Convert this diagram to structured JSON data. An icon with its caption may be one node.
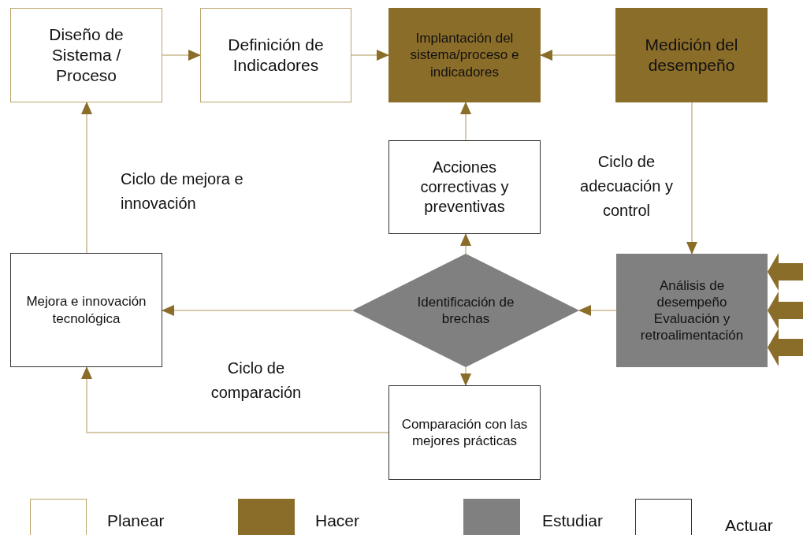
{
  "diagram": {
    "nodes": [
      {
        "text": [
          "Diseño de Sistema / Proceso"
        ]
      },
      {
        "text": [
          "Definición de Indicadores"
        ]
      },
      {
        "text": [
          "Implantación del sistema/proceso e indicadores"
        ]
      },
      {
        "text": [
          "Medición del desempeño"
        ]
      },
      {
        "text": [
          "Acciones correctivas y preventivas"
        ]
      },
      {
        "text": [
          "Mejora e innovación tecnológica"
        ]
      },
      {
        "text": [
          "Identificación de brechas"
        ]
      },
      {
        "text": [
          "Análisis de desempeño Evaluación y retroalimentación"
        ]
      },
      {
        "text": [
          "Comparación con las mejores prácticas"
        ]
      }
    ],
    "edges": [
      {
        "from": 0,
        "to": 1,
        "arrow": "to"
      },
      {
        "from": 1,
        "to": 2,
        "arrow": "to"
      },
      {
        "from": 3,
        "to": 2,
        "arrow": "to"
      },
      {
        "from": 3,
        "to": 7,
        "arrow": "to"
      },
      {
        "from": 7,
        "to": 6,
        "arrow": "to"
      },
      {
        "from": 6,
        "to": 4,
        "arrow": "to"
      },
      {
        "from": 4,
        "to": 2,
        "arrow": "to"
      },
      {
        "from": 6,
        "to": 5,
        "arrow": "to"
      },
      {
        "from": 6,
        "to": 8,
        "arrow": "to"
      },
      {
        "from": 8,
        "to": 5,
        "arrow": "to"
      },
      {
        "from": 5,
        "to": 0,
        "arrow": "to"
      },
      {
        "from": null,
        "to": 7,
        "arrow": "to",
        "style": "thick",
        "color": "#8b6d2a"
      },
      {
        "from": null,
        "to": 7,
        "arrow": "to",
        "style": "thick",
        "color": "#8b6d2a"
      },
      {
        "from": null,
        "to": 7,
        "arrow": "to",
        "style": "thick",
        "color": "#8b6d2a"
      }
    ],
    "labels": [
      "Ciclo de mejora e innovación",
      "Ciclo de adecuación y control",
      "Ciclo de comparación"
    ],
    "legend": [
      {
        "text": "Planear",
        "color": "#ffffff"
      },
      {
        "text": "Hacer",
        "color": "#8b6d2a"
      },
      {
        "text": "Estudiar",
        "color": "#808080"
      },
      {
        "text": "Actuar",
        "color": "#ffffff"
      }
    ]
  }
}
